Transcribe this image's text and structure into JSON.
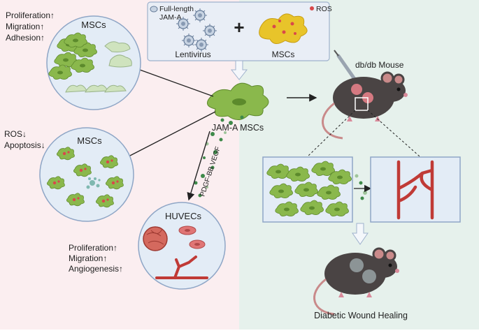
{
  "top_box": {
    "legend_text": "Full-length\nJAM-A",
    "ros_label": "ROS",
    "lentivirus_label": "Lentivirus",
    "plus": "+",
    "mscs_label": "MSCs"
  },
  "left_panel_1": {
    "effects": [
      "Proliferation↑",
      "Migration↑",
      "Adhesion↑"
    ],
    "circle_label": "MSCs"
  },
  "left_panel_2": {
    "effects": [
      "ROS↓",
      "Apoptosis↓"
    ],
    "circle_label": "MSCs"
  },
  "center": {
    "cell_label": "JAM-A  MSCs",
    "secreted_factors": "PDGF-BB VEGF"
  },
  "huvec_panel": {
    "circle_label": "HUVECs",
    "effects": [
      "Proliferation↑",
      "Migration↑",
      "Angiogenesis↑"
    ]
  },
  "right": {
    "mouse_label": "db/db Mouse",
    "outcome_label": "Diabetic Wound Healing"
  },
  "colors": {
    "left_bg": "#fbeef0",
    "right_bg": "#e6f1ec",
    "msc_green": "#8ab84c",
    "ros_red": "#d9484a",
    "vessel_red": "#c03a36",
    "circle_fill": "#e3ecf6",
    "circle_stroke": "#8fa6c6"
  }
}
